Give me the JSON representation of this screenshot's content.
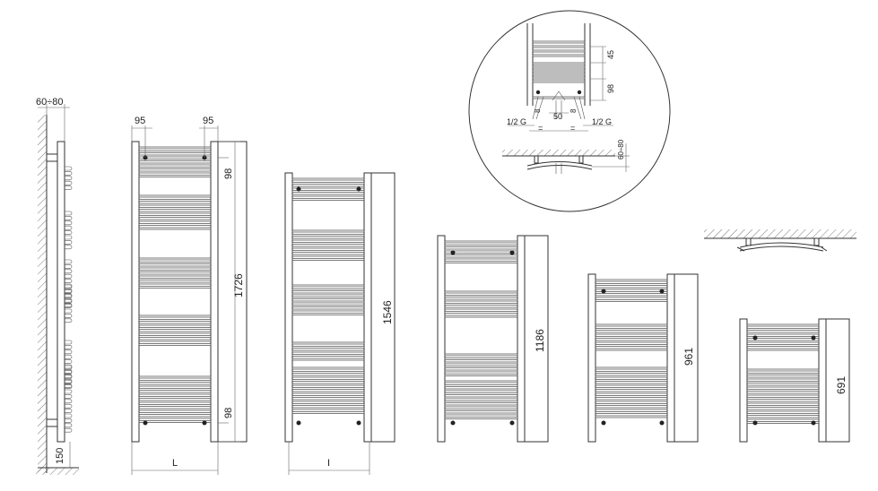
{
  "side_view": {
    "wall_gap": "60÷80",
    "floor_height": "150"
  },
  "radiator_1": {
    "spacing_left": "95",
    "spacing_right": "95",
    "height": "1726",
    "top_offset": "98",
    "bottom_offset": "98",
    "width_label": "L"
  },
  "radiator_2": {
    "height": "1546",
    "width_label": "I"
  },
  "radiator_3": {
    "height": "1186"
  },
  "radiator_4": {
    "height": "961"
  },
  "radiator_5": {
    "height": "691"
  },
  "detail": {
    "dim_45": "45",
    "dim_98": "98",
    "dim_8_left": "8",
    "dim_8_right": "8",
    "dim_50": "50",
    "thread_left": "1/2 G",
    "thread_right": "1/2 G",
    "wall_gap": "60÷80",
    "equal_left": "=",
    "equal_right": "="
  }
}
